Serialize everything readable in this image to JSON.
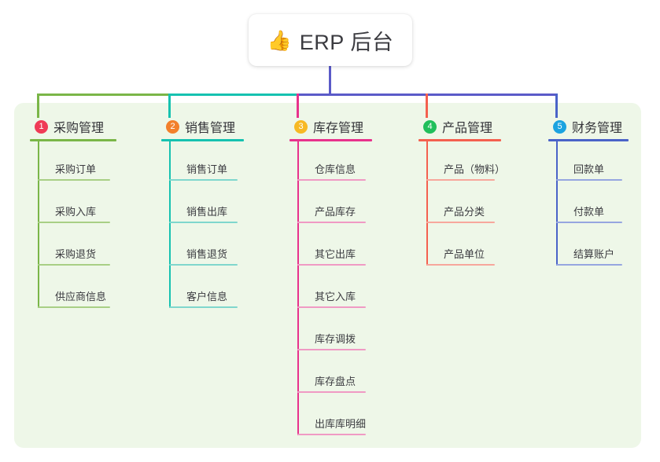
{
  "root": {
    "icon": "thumbs-up-icon",
    "emoji": "👍",
    "title": "ERP 后台"
  },
  "palette": {
    "panel_bg": "#eef7e8",
    "page_bg": "#ffffff",
    "text": "#3b3b40",
    "root_connector": "#5a5ac8"
  },
  "columns": [
    {
      "index": "1",
      "title": "采购管理",
      "badge_color": "#ef3b56",
      "line_color": "#7ab648",
      "leaf_line_color": "#a8cf85",
      "items": [
        "采购订单",
        "采购入库",
        "采购退货",
        "供应商信息"
      ]
    },
    {
      "index": "2",
      "title": "销售管理",
      "badge_color": "#f2802b",
      "line_color": "#16c2b0",
      "leaf_line_color": "#7fd7cd",
      "items": [
        "销售订单",
        "销售出库",
        "销售退货",
        "客户信息"
      ]
    },
    {
      "index": "3",
      "title": "库存管理",
      "badge_color": "#f7b924",
      "line_color": "#e8328c",
      "leaf_line_color": "#f09ac4",
      "items": [
        "仓库信息",
        "产品库存",
        "其它出库",
        "其它入库",
        "库存调拨",
        "库存盘点",
        "出库库明细"
      ]
    },
    {
      "index": "4",
      "title": "产品管理",
      "badge_color": "#21bf5b",
      "line_color": "#f4604f",
      "leaf_line_color": "#f7a79c",
      "items": [
        "产品（物料）",
        "产品分类",
        "产品单位"
      ]
    },
    {
      "index": "5",
      "title": "财务管理",
      "badge_color": "#1ba3e0",
      "line_color": "#4a63c8",
      "leaf_line_color": "#96a6e0",
      "items": [
        "回款单",
        "付款单",
        "结算账户"
      ]
    }
  ],
  "connectors": {
    "trunk_color": "#5a5ac8",
    "segments": [
      {
        "name": "segment-purchase",
        "color": "#7ab648"
      },
      {
        "name": "segment-sales",
        "color": "#16c2b0"
      },
      {
        "name": "segment-inventory",
        "color": "#e8328c"
      },
      {
        "name": "segment-product",
        "color": "#f4604f"
      },
      {
        "name": "segment-finance",
        "color": "#4a63c8"
      }
    ]
  }
}
